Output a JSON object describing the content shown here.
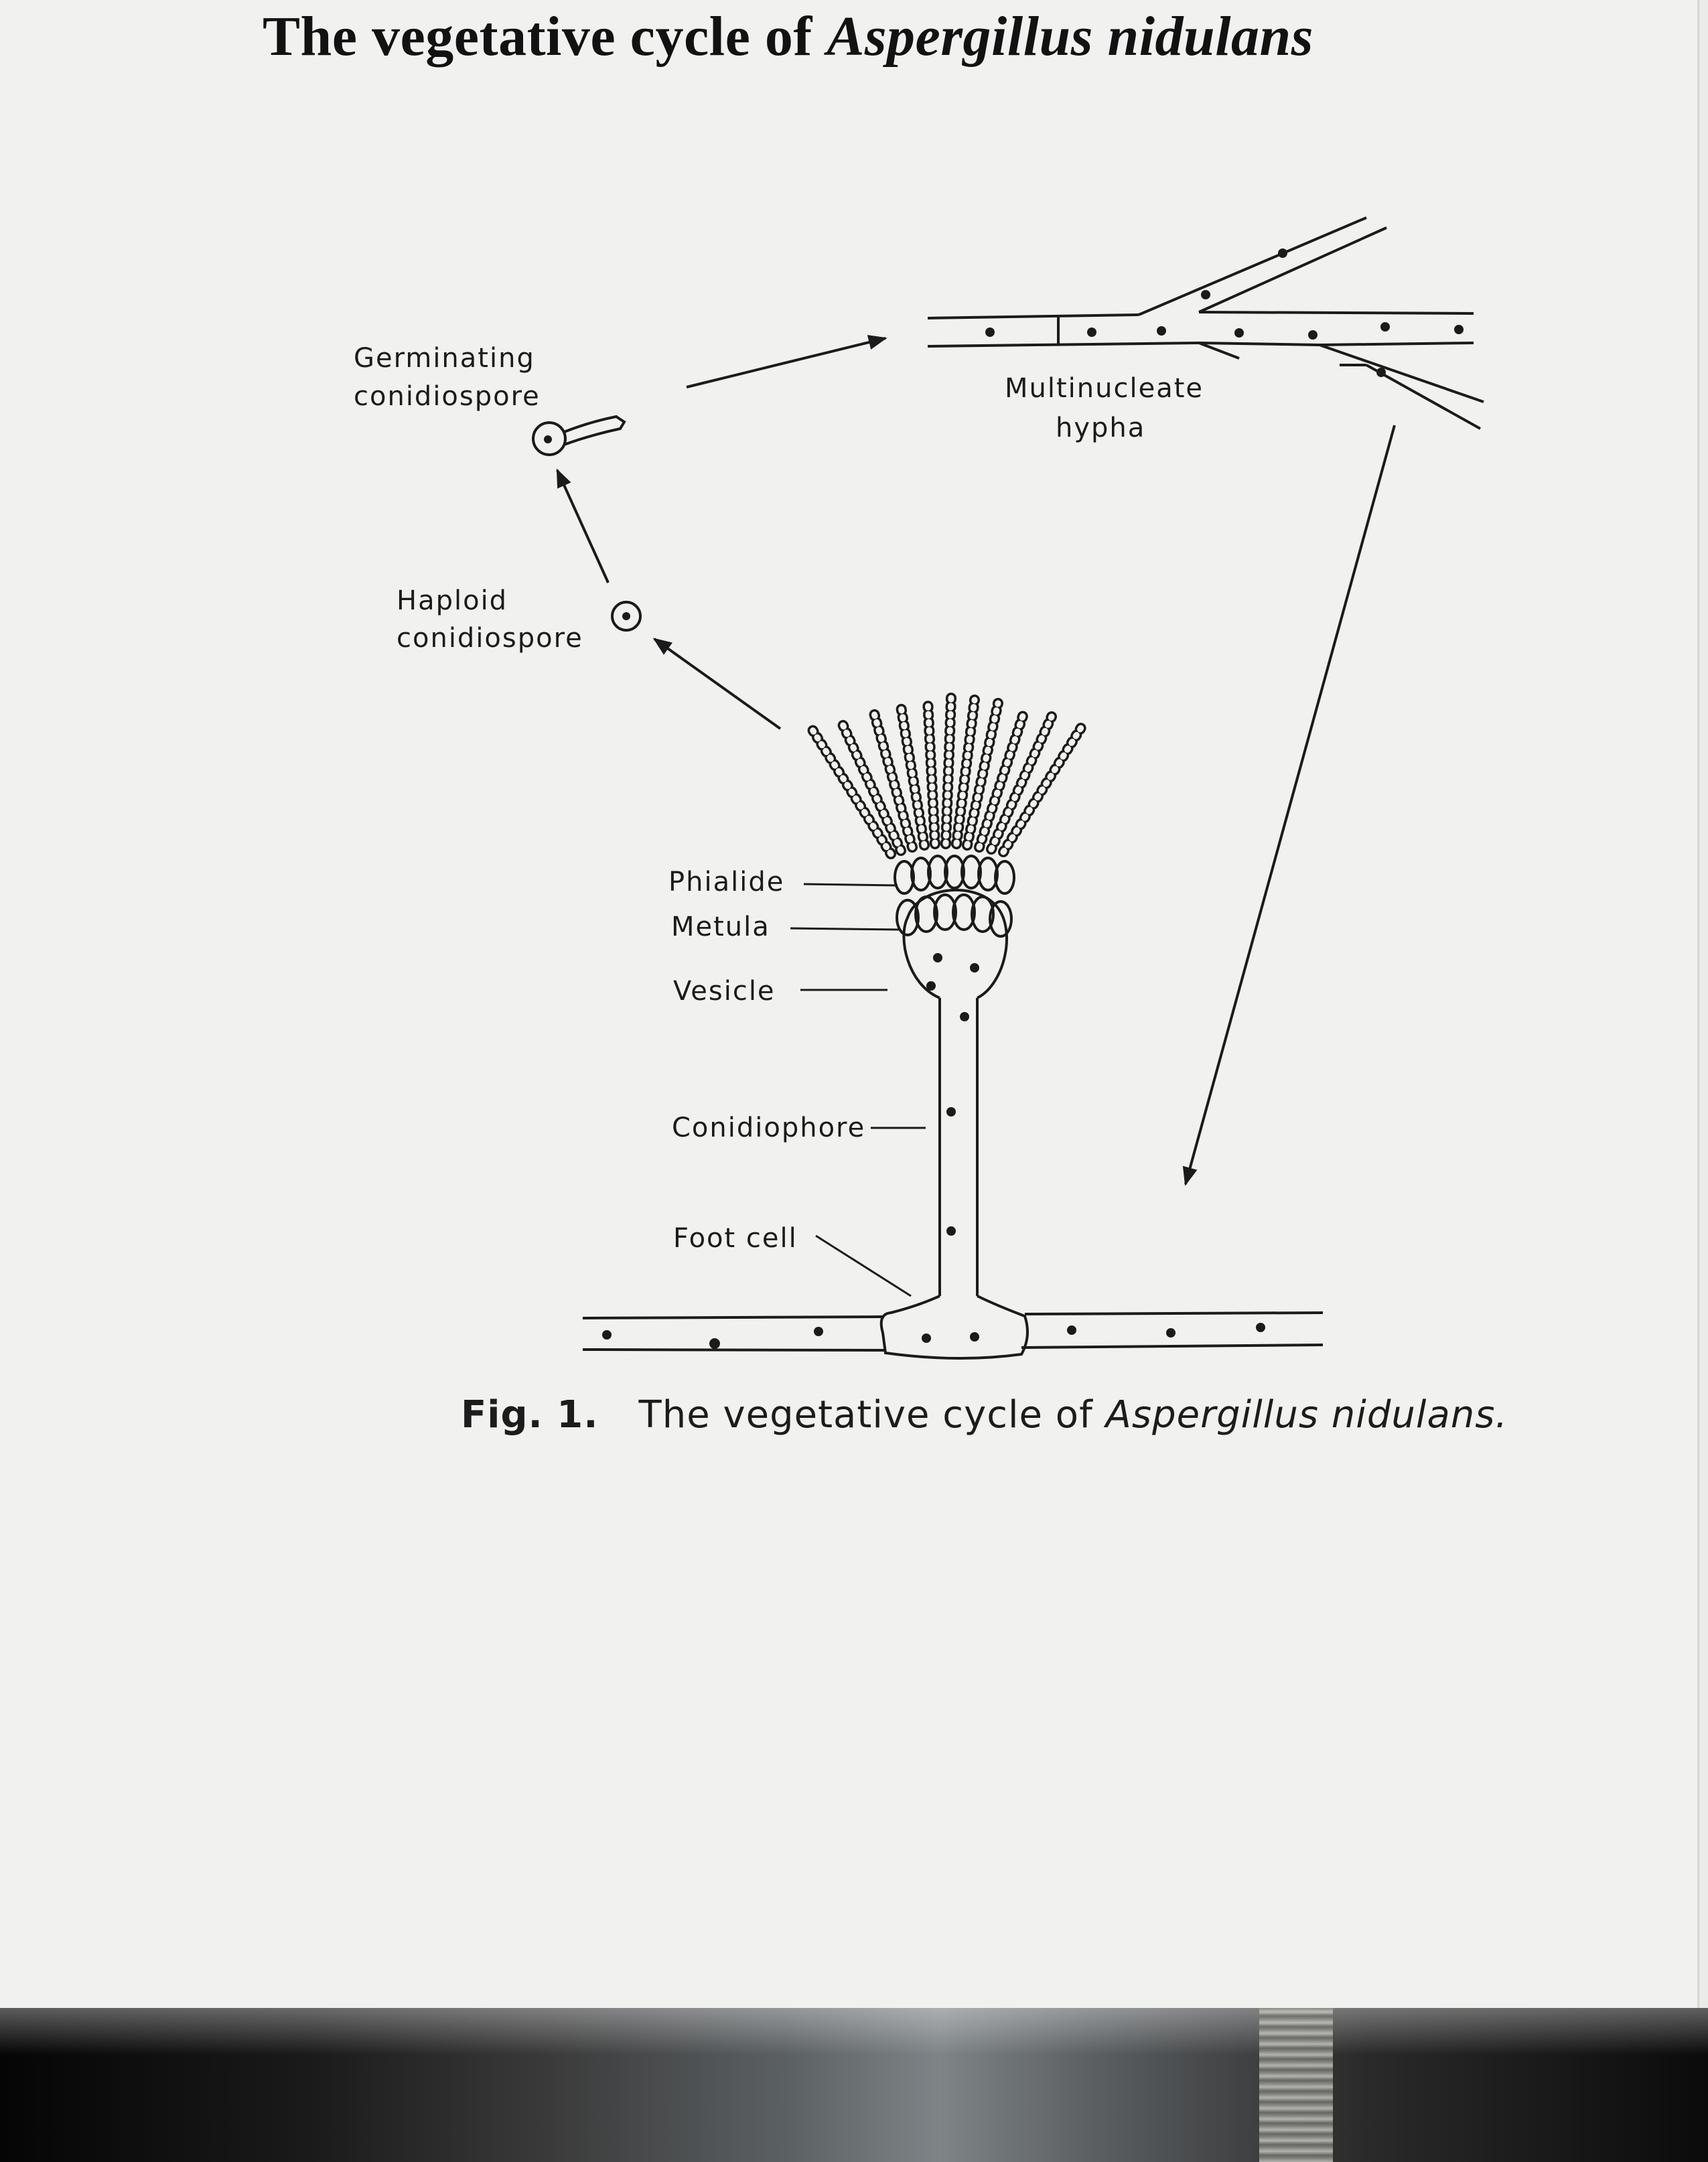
{
  "title": {
    "prefix": "The vegetative cycle of ",
    "species": "Aspergillus nidulans"
  },
  "labels": {
    "germinating_line1": "Germinating",
    "germinating_line2": "conidiospore",
    "multinucleate_line1": "Multinucleate",
    "multinucleate_line2": "hypha",
    "haploid_line1": "Haploid",
    "haploid_line2": "conidiospore",
    "phialide": "Phialide",
    "metula": "Metula",
    "vesicle": "Vesicle",
    "conidiophore": "Conidiophore",
    "foot_cell": "Foot cell"
  },
  "caption": {
    "fig": "Fig. 1.",
    "text": "The vegetative cycle of ",
    "species": "Aspergillus nidulans."
  },
  "colors": {
    "ink": "#1b1b1b",
    "paper": "#f1f1ef"
  }
}
